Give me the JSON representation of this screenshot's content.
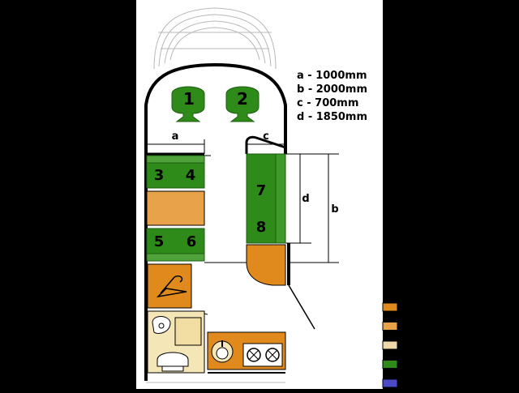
{
  "dimensions": [
    {
      "key": "a",
      "text": "a - 1000mm"
    },
    {
      "key": "b",
      "text": "b - 2000mm"
    },
    {
      "key": "c",
      "text": "c - 700mm"
    },
    {
      "key": "d",
      "text": "d - 1850mm"
    }
  ],
  "dimension_markers": {
    "a": "a",
    "b": "b",
    "c": "c",
    "d": "d"
  },
  "seats": {
    "s1": "1",
    "s2": "2",
    "s3": "3",
    "s4": "4",
    "s5": "5",
    "s6": "6",
    "s7": "7",
    "s8": "8"
  },
  "legend_colors": [
    "#e08a1e",
    "#e8a24a",
    "#f0d8a8",
    "#2e8b1a",
    "#4b4bc8"
  ],
  "colors": {
    "seat_green": "#2e8b1a",
    "table_orange": "#e8a24a",
    "cabinet_orange": "#e08a1e",
    "cream": "#f5e6b8"
  }
}
